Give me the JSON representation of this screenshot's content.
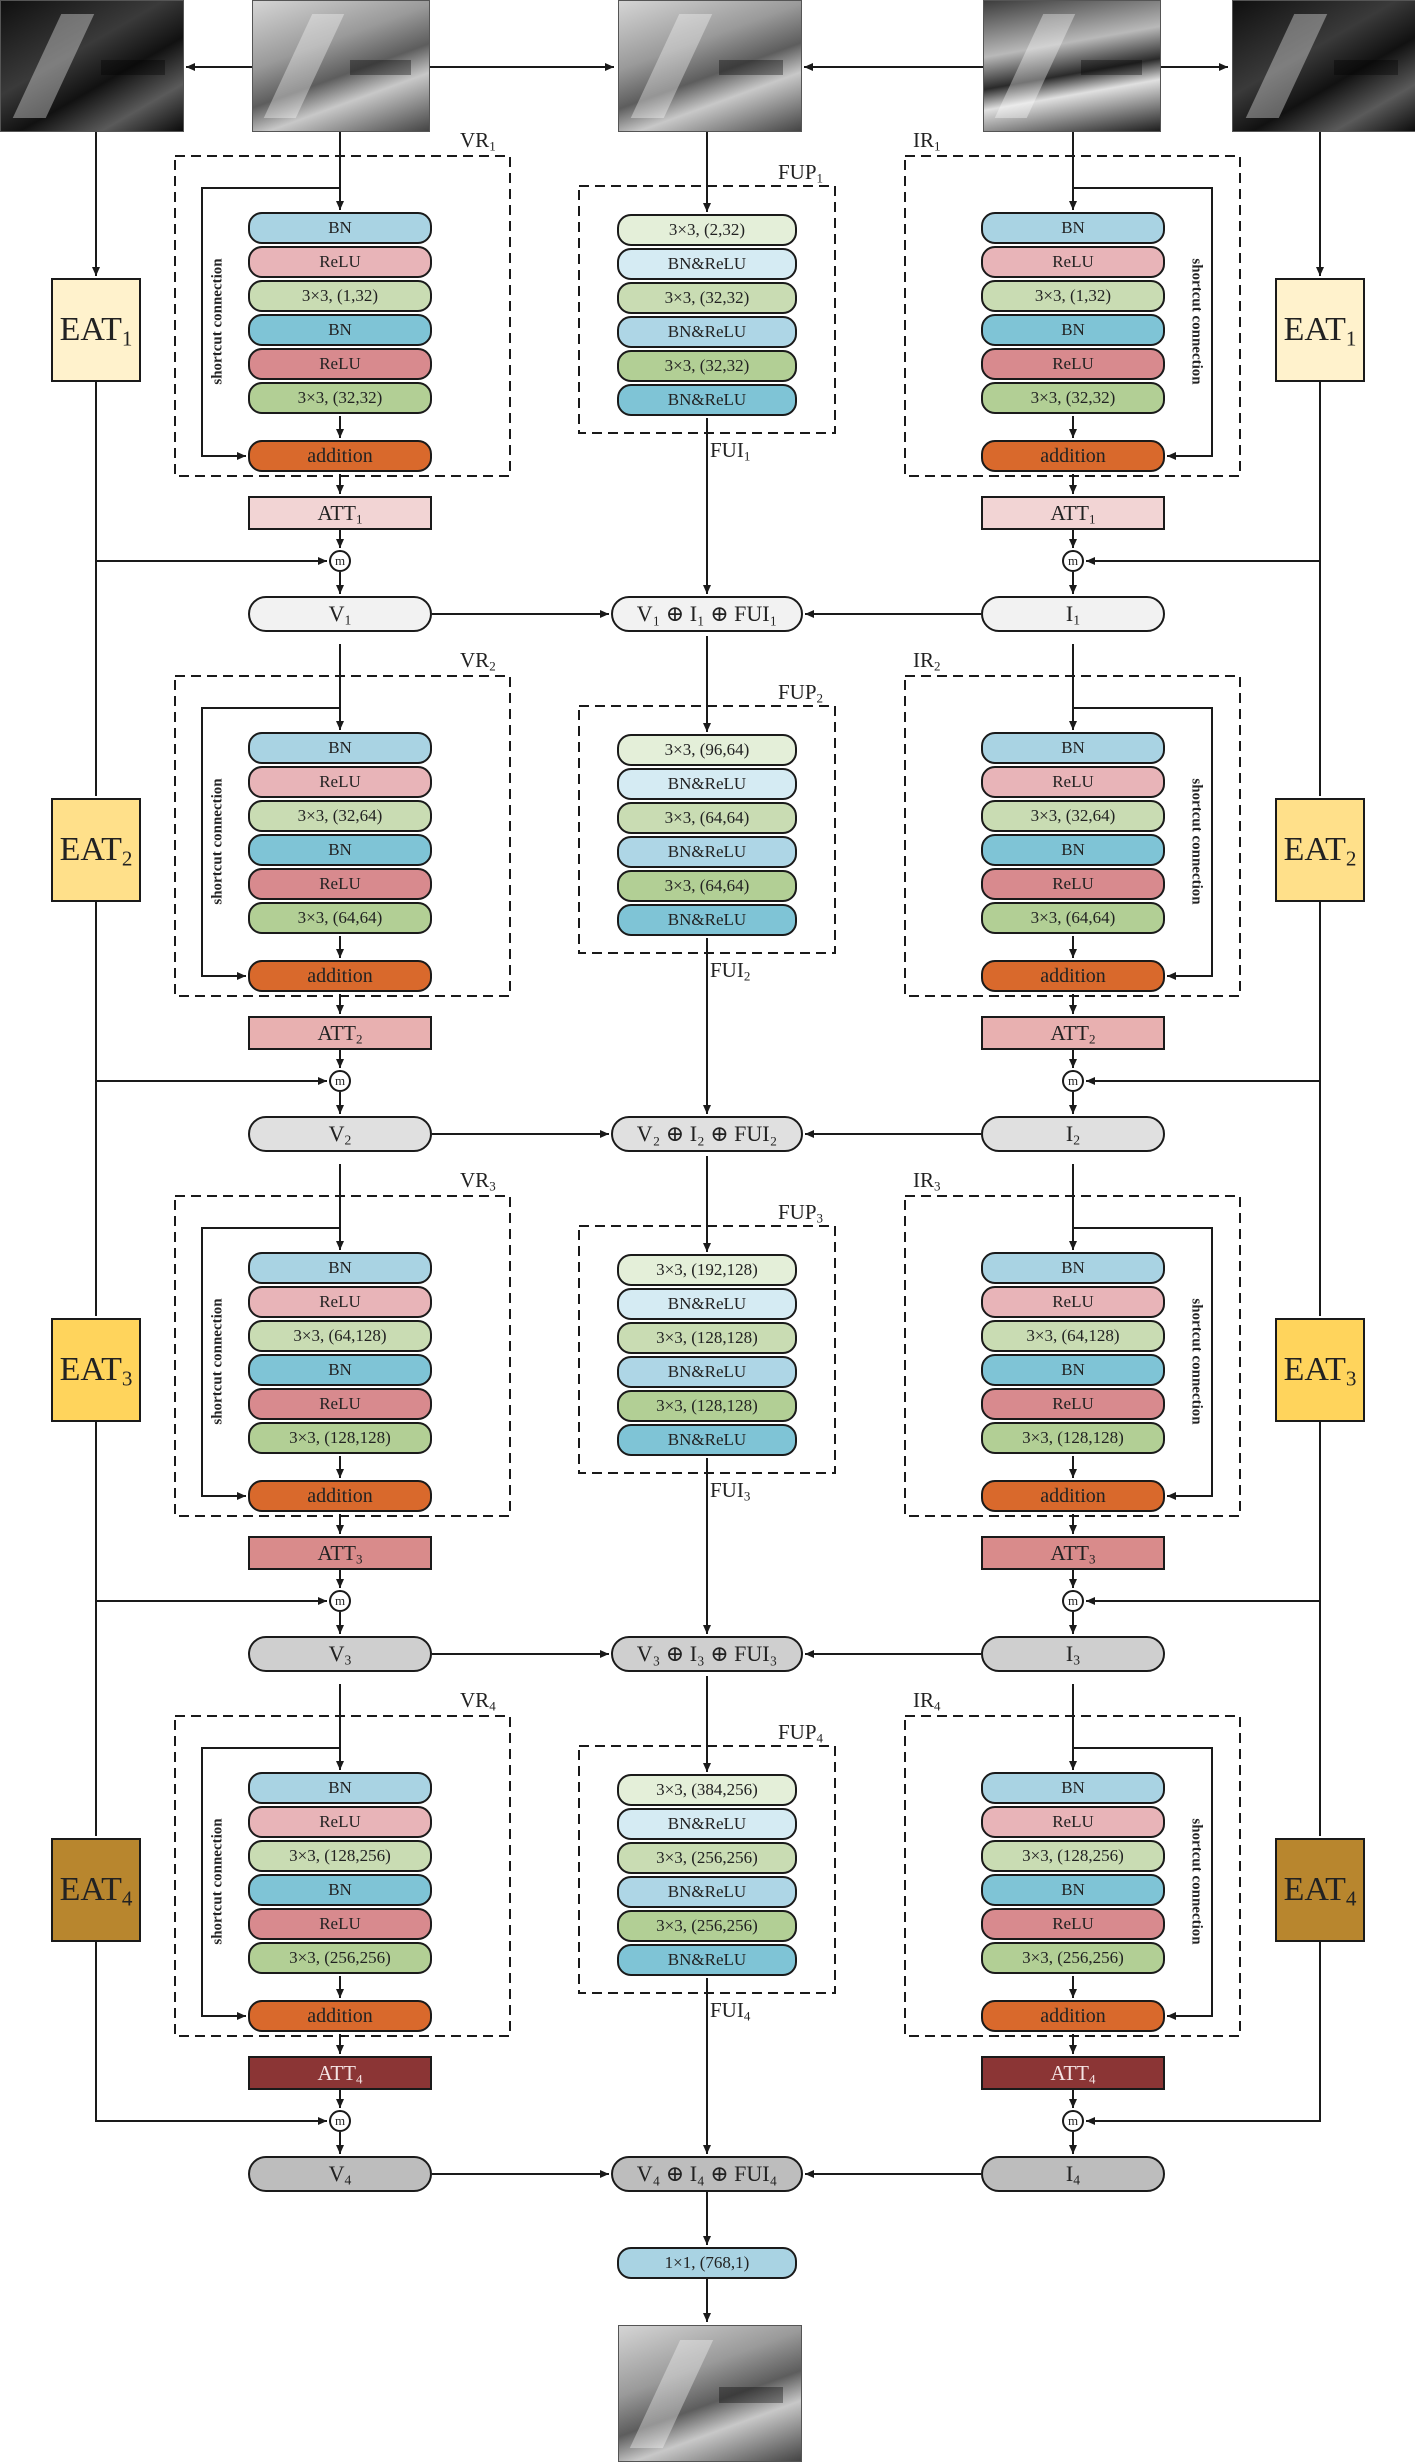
{
  "shortcut_label": "shortcut connection",
  "stages": [
    {
      "vr": "VR",
      "ir": "IR",
      "fup": "FUP",
      "fui": "FUI",
      "idx": "1",
      "vr_sub": "1",
      "ir_sub": "1",
      "fup_sub": "1",
      "fui_sub": "1",
      "res_layers": [
        "BN",
        "ReLU",
        "3×3, (1,32)",
        "BN",
        "ReLU",
        "3×3, (32,32)"
      ],
      "addition": "addition",
      "att": "ATT",
      "att_sub": "1",
      "fup_layers": [
        "3×3, (2,32)",
        "BN&ReLU",
        "3×3, (32,32)",
        "BN&ReLU",
        "3×3, (32,32)",
        "BN&ReLU"
      ],
      "v": "V",
      "i": "I",
      "sum": "V₁ ⊕ I₁ ⊕ FUI₁",
      "eat": "EAT",
      "eat_color": "#fff2cc",
      "att_color": "#f2d4d4"
    },
    {
      "vr": "VR",
      "ir": "IR",
      "fup": "FUP",
      "fui": "FUI",
      "idx": "2",
      "vr_sub": "2",
      "ir_sub": "2",
      "fup_sub": "2",
      "fui_sub": "2",
      "res_layers": [
        "BN",
        "ReLU",
        "3×3, (32,64)",
        "BN",
        "ReLU",
        "3×3, (64,64)"
      ],
      "addition": "addition",
      "att": "ATT",
      "att_sub": "2",
      "fup_layers": [
        "3×3, (96,64)",
        "BN&ReLU",
        "3×3, (64,64)",
        "BN&ReLU",
        "3×3, (64,64)",
        "BN&ReLU"
      ],
      "v": "V",
      "i": "I",
      "sum": "V₂ ⊕ I₂ ⊕ FUI₂",
      "eat": "EAT",
      "eat_color": "#ffe08a",
      "att_color": "#e8b0b0"
    },
    {
      "vr": "VR",
      "ir": "IR",
      "fup": "FUP",
      "fui": "FUI",
      "idx": "3",
      "vr_sub": "3",
      "ir_sub": "3",
      "fup_sub": "3",
      "fui_sub": "3",
      "res_layers": [
        "BN",
        "ReLU",
        "3×3, (64,128)",
        "BN",
        "ReLU",
        "3×3, (128,128)"
      ],
      "addition": "addition",
      "att": "ATT",
      "att_sub": "3",
      "fup_layers": [
        "3×3, (192,128)",
        "BN&ReLU",
        "3×3, (128,128)",
        "BN&ReLU",
        "3×3, (128,128)",
        "BN&ReLU"
      ],
      "v": "V",
      "i": "I",
      "sum": "V₃ ⊕ I₃ ⊕ FUI₃",
      "eat": "EAT",
      "eat_color": "#ffd45c",
      "att_color": "#d98b8b"
    },
    {
      "vr": "VR",
      "ir": "IR",
      "fup": "FUP",
      "fui": "FUI",
      "idx": "4",
      "vr_sub": "4",
      "ir_sub": "4",
      "fup_sub": "4",
      "fui_sub": "4",
      "res_layers": [
        "BN",
        "ReLU",
        "3×3, (128,256)",
        "BN",
        "ReLU",
        "3×3, (256,256)"
      ],
      "addition": "addition",
      "att": "ATT",
      "att_sub": "4",
      "fup_layers": [
        "3×3, (384,256)",
        "BN&ReLU",
        "3×3, (256,256)",
        "BN&ReLU",
        "3×3, (256,256)",
        "BN&ReLU"
      ],
      "v": "V",
      "i": "I",
      "sum": "V₄ ⊕ I₄ ⊕ FUI₄",
      "eat": "EAT",
      "eat_color": "#b8862e",
      "att_color": "#8b3535"
    }
  ],
  "merge_symbol": "m",
  "final_layer": "1×1, (768,1)",
  "colors": {
    "bn": "#a9d3e3",
    "relu": "#e8b4b8",
    "conv": "#c9dcb3",
    "bn2": "#7fc4d6",
    "relu2": "#d88a8e",
    "conv2": "#b2cf95",
    "addition": "#d9692c",
    "fup_conv_light": "#e4efd9",
    "fup_bnrelu_light": "#d5ebf3",
    "fup_conv": "#c9dcb3",
    "fup_bnrelu": "#aed6e6",
    "fup_conv2": "#b2cf95",
    "fup_bnrelu2": "#7fc4d6",
    "nodes": [
      "#f2f2f2",
      "#e0e0e0",
      "#cfcfcf",
      "#bdbdbd"
    ],
    "final": "#a9d3e3"
  }
}
